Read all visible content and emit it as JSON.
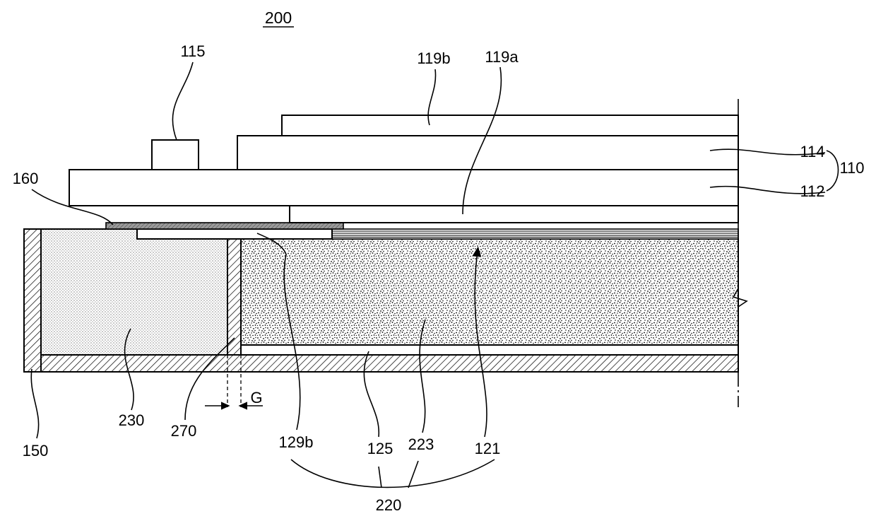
{
  "figure": {
    "title": "200"
  },
  "labels": {
    "l115": "115",
    "l119b": "119b",
    "l119a": "119a",
    "l114": "114",
    "l110": "110",
    "l112": "112",
    "l160": "160",
    "l230": "230",
    "l150": "150",
    "l270": "270",
    "lG": "G",
    "l129b": "129b",
    "l125": "125",
    "l223": "223",
    "l121": "121",
    "l220": "220"
  }
}
